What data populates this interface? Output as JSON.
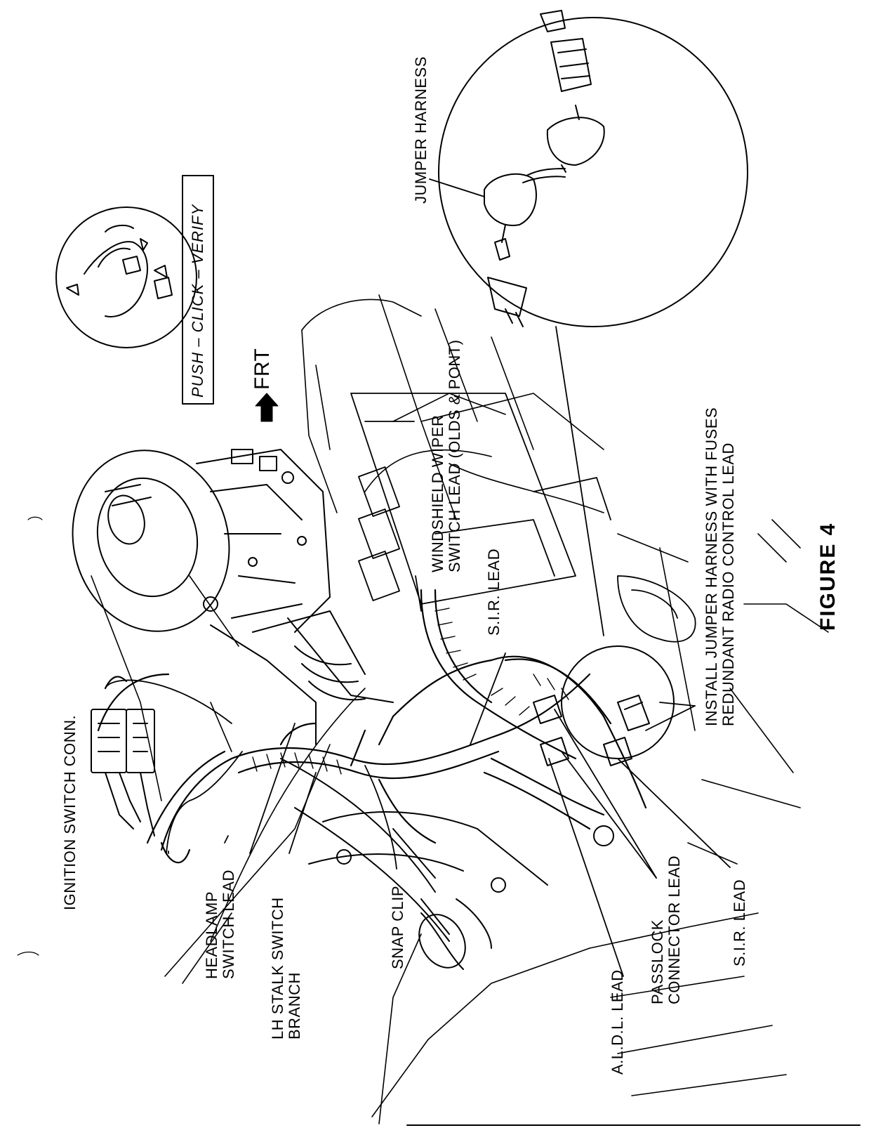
{
  "figure_title": "FIGURE  4",
  "labels": {
    "ignition_switch_conn": "IGNITION SWITCH CONN.",
    "headlamp_line1": "HEADLAMP",
    "headlamp_line2": "SWITCH LEAD",
    "lh_stalk_line1": "LH STALK SWITCH",
    "lh_stalk_line2": "BRANCH",
    "snap_clip": "SNAP CLIP",
    "aldl_lead": "A.L.D.L. LEAD",
    "passlock_line1": "PASSLOCK",
    "passlock_line2": "CONNECTOR LEAD",
    "sir_lead_bottom": "S.I.R. LEAD",
    "sir_lead_upper": "S.I.R. LEAD",
    "windshield_line1": "WINDSHIELD WIPER",
    "windshield_line2": "SWITCH LEAD (OLDS & PONT)",
    "install_line1": "INSTALL JUMPER HARNESS WITH FUSES",
    "install_line2": "REDUNDANT RADIO CONTROL LEAD",
    "jumper_harness": "JUMPER HARNESS",
    "push_click_verify": "PUSH  –  CLICK  –  VERIFY",
    "frt": "FRT"
  }
}
